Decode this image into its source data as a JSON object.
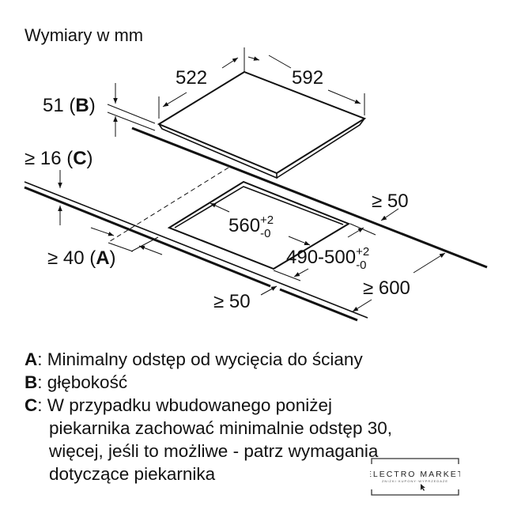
{
  "title": "Wymiary w mm",
  "dimensions": {
    "depth": "522",
    "width": "592",
    "thickness": "51 (",
    "thickness_letter": "B",
    "wall_gap": "≥ 16 (",
    "wall_gap_letter": "C",
    "back_min": "≥ 50",
    "cutout_width": "560",
    "cutout_width_tol_plus": "+2",
    "cutout_width_tol_minus": "-0",
    "cutout_depth": "490-500",
    "cutout_depth_tol_plus": "+2",
    "cutout_depth_tol_minus": "-0",
    "side_min": "≥ 40 (",
    "side_min_letter": "A",
    "counter_depth": "≥ 600",
    "front_min": "≥ 50",
    "close_paren": ")"
  },
  "legend": [
    {
      "letter": "A",
      "text": ": Minimalny odstęp od wycięcia do ściany"
    },
    {
      "letter": "B",
      "text": ": głębokość"
    },
    {
      "letter": "C",
      "text": ": W przypadku wbudowanego poniżej",
      "continuation": [
        "piekarnika zachować minimalnie odstęp 30,",
        "więcej, jeśli to możliwe - patrz wymagania",
        "dotyczące piekarnika"
      ]
    }
  ],
  "watermark": {
    "brand": "ELECTRO MARKET",
    "tagline": "ZNIŻKI·KUPONY·WYPRZEDAŻE"
  }
}
